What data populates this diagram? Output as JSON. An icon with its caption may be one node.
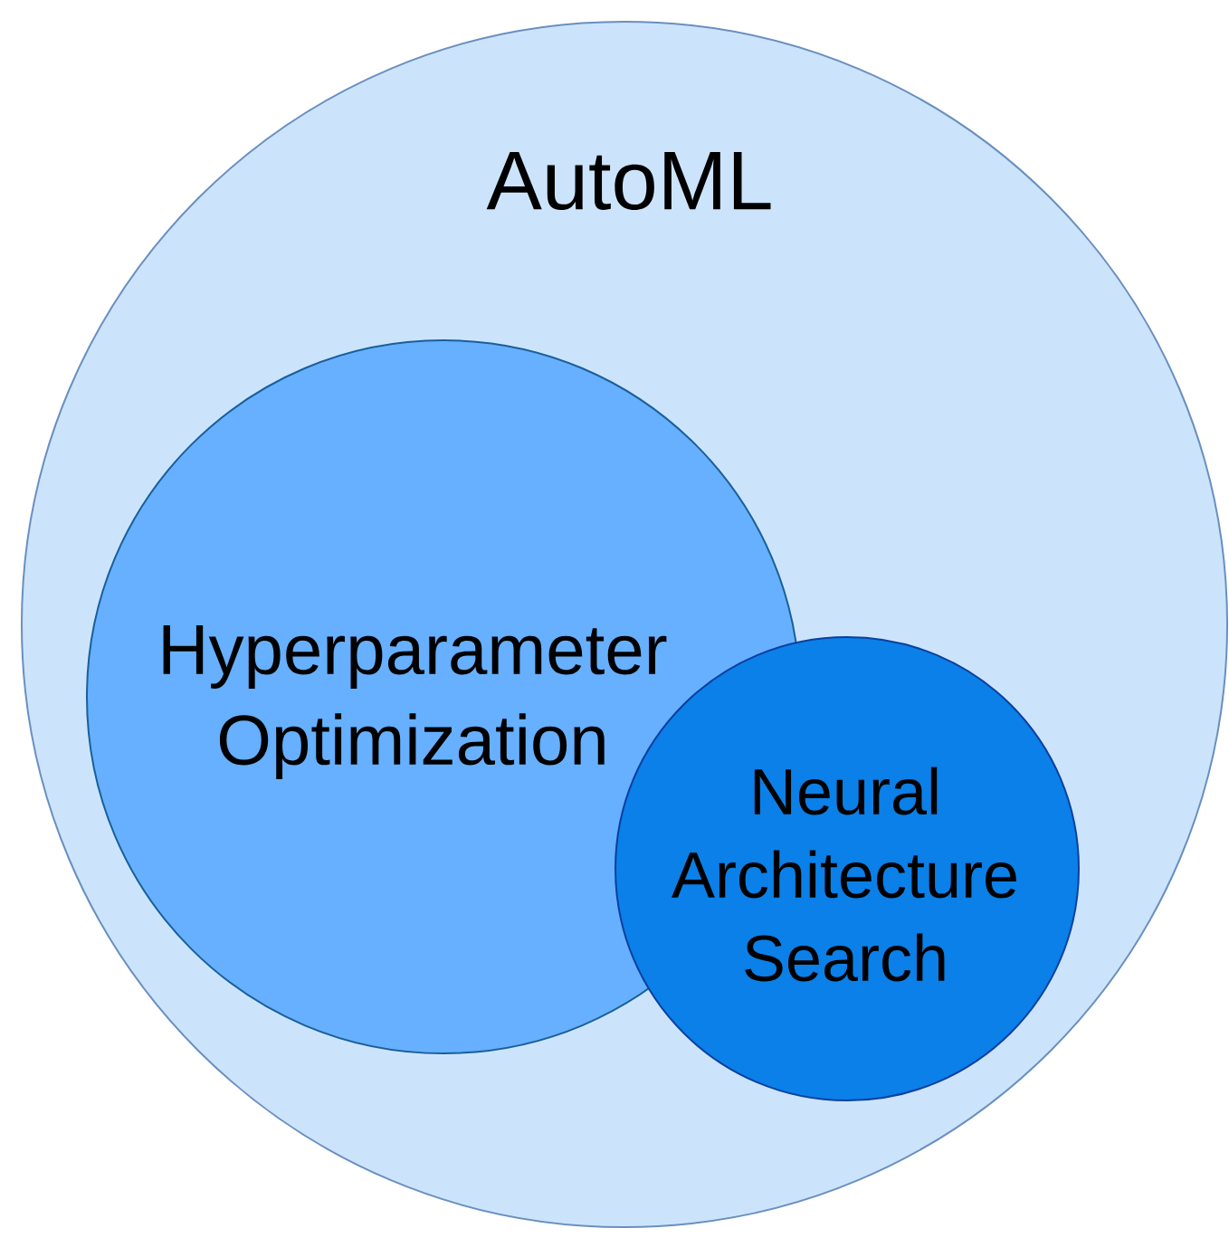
{
  "diagram": {
    "nodes": [
      {
        "text": [
          "AutoML"
        ]
      },
      {
        "text": [
          "Hyperparameter Optimization"
        ],
        "in": 0
      },
      {
        "text": [
          "Neural Architecture Search"
        ],
        "in": 0
      }
    ]
  }
}
